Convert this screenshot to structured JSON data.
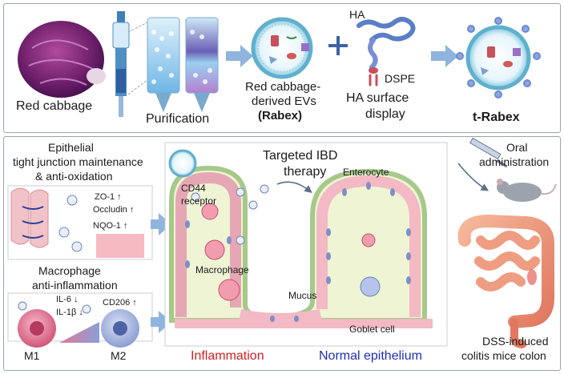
{
  "top": {
    "cabbage_label": "Red cabbage",
    "purification_label": "Purification",
    "evs_label_line1": "Red cabbage-",
    "evs_label_line2": "derived EVs",
    "evs_label_line3": "(Rabex)",
    "ha_label": "HA",
    "dspe_label": "DSPE",
    "ha_display_line1": "HA surface",
    "ha_display_line2": "display",
    "trabex_label": "t-Rabex"
  },
  "bottom": {
    "epithelial_line1": "Epithelial",
    "epithelial_line2": "tight junction maintenance",
    "epithelial_line3": "& anti-oxidation",
    "zo1": "ZO-1 ↑",
    "occludin": "Occludin ↑",
    "nqo1": "NQO-1 ↑",
    "macrophage_line1": "Macrophage",
    "macrophage_line2": "anti-inflammation",
    "il6": "IL-6 ↓",
    "il1b": "IL-1β ↓",
    "cd206": "CD206 ↑",
    "m1": "M1",
    "m2": "M2",
    "targeted_line1": "Targeted IBD",
    "targeted_line2": "therapy",
    "cd44_line1": "CD44",
    "cd44_line2": "receptor",
    "enterocyte": "Enterocyte",
    "macrophage_cell": "Macrophage",
    "mucus": "Mucus",
    "goblet": "Goblet cell",
    "inflammation": "Inflammation",
    "normal": "Normal epithelium",
    "oral_line1": "Oral",
    "oral_line2": "administration",
    "dss_line1": "DSS-induced",
    "dss_line2": "colitis mice colon"
  },
  "colors": {
    "inflammation": "#d42020",
    "normal": "#1f2fb8",
    "arrow": "#8fb4de"
  }
}
